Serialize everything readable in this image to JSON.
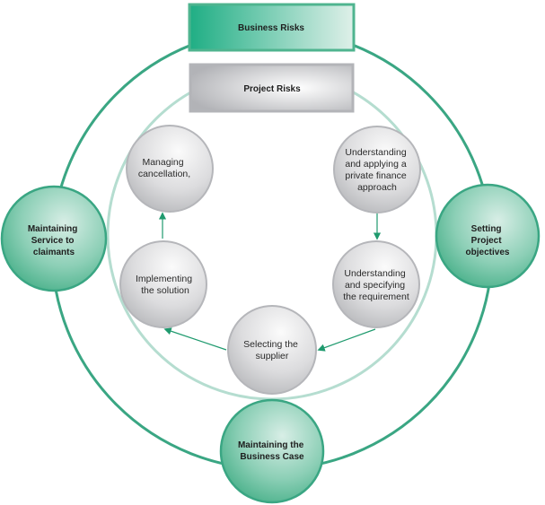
{
  "diagram": {
    "outer_ring": {
      "header": "Business Risks",
      "nodes": [
        {
          "id": "left",
          "lines": [
            "Maintaining",
            "Service to",
            "claimants"
          ]
        },
        {
          "id": "right",
          "lines": [
            "Setting",
            "Project",
            "objectives"
          ]
        },
        {
          "id": "bottom",
          "lines": [
            "Maintaining the",
            "Business Case"
          ]
        }
      ]
    },
    "inner_ring": {
      "header": "Project Risks",
      "steps": [
        {
          "id": "step1",
          "lines": [
            "Understanding",
            "and applying a",
            "private finance",
            "approach"
          ]
        },
        {
          "id": "step2",
          "lines": [
            "Understanding",
            "and specifying",
            "the requirement"
          ]
        },
        {
          "id": "step3",
          "lines": [
            "Selecting the",
            "supplier"
          ]
        },
        {
          "id": "step4",
          "lines": [
            "Implementing",
            "the solution"
          ]
        },
        {
          "id": "step5",
          "lines": [
            "Managing",
            "cancellation,"
          ]
        }
      ],
      "flow": [
        "step1",
        "step2",
        "step3",
        "step4",
        "step5"
      ]
    },
    "colors": {
      "outer_ring": "#3aa683",
      "inner_ring": "#b5ddd0",
      "green_node": "#5dbb98",
      "grey_node": "#c9c9cc",
      "arrow": "#1f9a6e"
    }
  }
}
